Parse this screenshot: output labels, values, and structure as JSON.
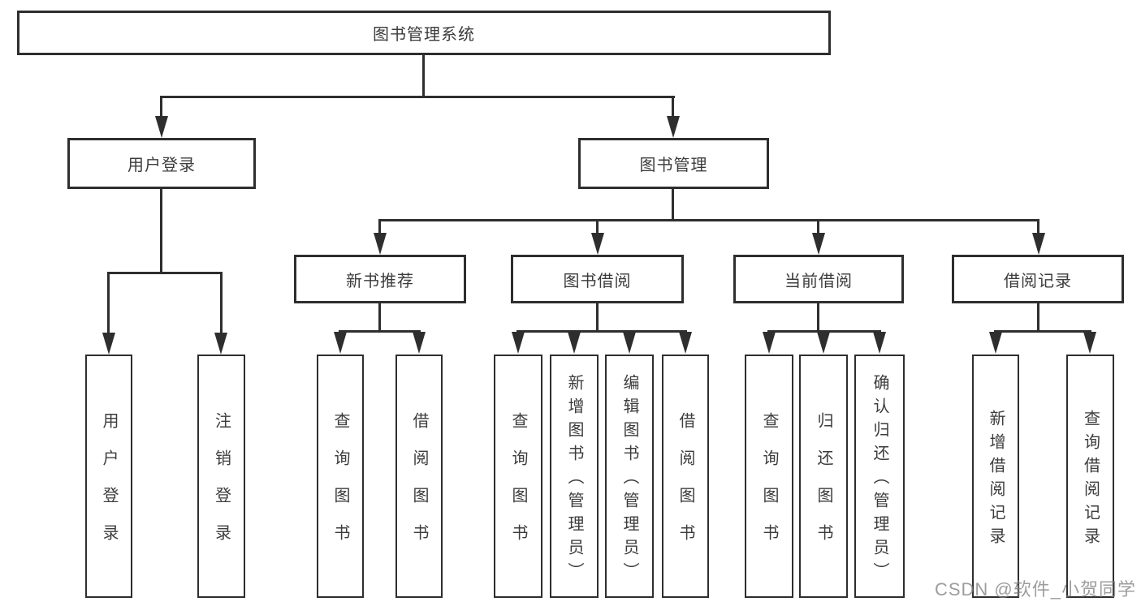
{
  "title": {
    "root": "图书管理系统"
  },
  "level2": {
    "user_login": "用户登录",
    "book_mgmt": "图书管理"
  },
  "level3": {
    "new_book": "新书推荐",
    "book_borrow": "图书借阅",
    "current_borrow": "当前借阅",
    "borrow_record": "借阅记录"
  },
  "leaves": {
    "user": [
      "用户登录",
      "注销登录"
    ],
    "new_book": [
      "查询图书",
      "借阅图书"
    ],
    "book_borrow": [
      "查询图书",
      "新增图书（管理员）",
      "编辑图书（管理员）",
      "借阅图书"
    ],
    "current_borrow": [
      "查询图书",
      "归还图书",
      "确认归还（管理员）"
    ],
    "borrow_record": [
      "新增借阅记录",
      "查询借阅记录"
    ]
  },
  "watermark": "CSDN @软件_小贺同学",
  "colors": {
    "line": "#2e2e2e",
    "text": "#3c3c3c",
    "watermark": "#828282"
  }
}
